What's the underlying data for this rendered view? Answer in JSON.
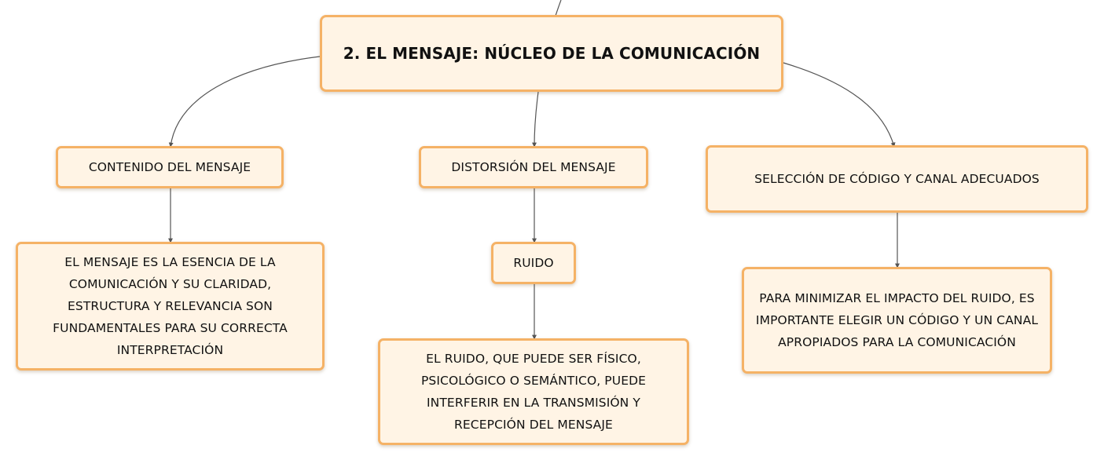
{
  "diagram": {
    "type": "concept-map",
    "root": {
      "label": "2. EL MENSAJE: NÚCLEO DE LA COMUNICACIÓN"
    },
    "branches": [
      {
        "label": "CONTENIDO DEL MENSAJE",
        "detail": "EL MENSAJE ES LA ESENCIA DE LA COMUNICACIÓN Y SU CLARIDAD, ESTRUCTURA Y RELEVANCIA SON FUNDAMENTALES PARA SU CORRECTA INTERPRETACIÓN"
      },
      {
        "label": "DISTORSIÓN DEL MENSAJE",
        "sub_label": "RUIDO",
        "detail": "EL RUIDO, QUE PUEDE SER FÍSICO, PSICOLÓGICO O SEMÁNTICO, PUEDE INTERFERIR EN LA TRANSMISIÓN Y RECEPCIÓN DEL MENSAJE"
      },
      {
        "label": "SELECCIÓN DE CÓDIGO Y CANAL ADECUADOS",
        "detail": "PARA MINIMIZAR EL IMPACTO DEL RUIDO, ES IMPORTANTE ELEGIR UN CÓDIGO Y UN CANAL APROPIADOS PARA LA COMUNICACIÓN"
      }
    ],
    "colors": {
      "node_fill": "#fff4e5",
      "node_border": "#f5b266",
      "connector": "#555555",
      "text": "#111111"
    }
  }
}
